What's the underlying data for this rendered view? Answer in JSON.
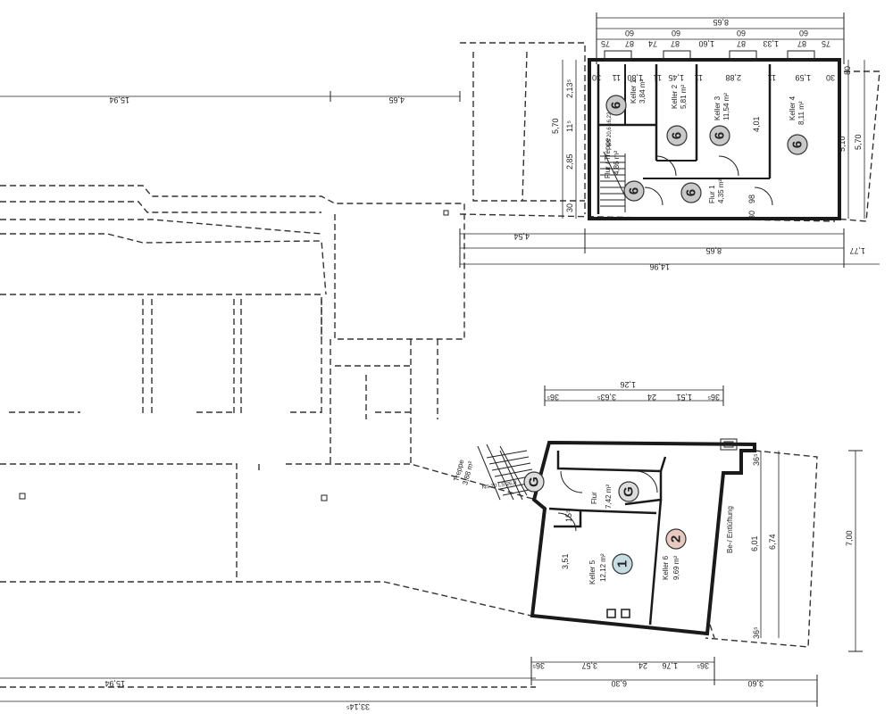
{
  "upper_block": {
    "rooms": [
      {
        "name": "Keller 1",
        "area": "3,84 m²",
        "badge": "6"
      },
      {
        "name": "Keller 2",
        "area": "5,81 m²",
        "badge": "6"
      },
      {
        "name": "Keller 3",
        "area": "11,54 m²",
        "badge": "6"
      },
      {
        "name": "Keller 4",
        "area": "8,11 m²",
        "badge": "6"
      },
      {
        "name": "Flur / Treppe",
        "area": "4,86 m²",
        "badge": "6"
      },
      {
        "name": "Flur 1",
        "area": "4,35 m²",
        "badge": "6"
      }
    ],
    "stair_note": "NS 20,6 16,22",
    "dims": {
      "top_row1": [
        "60",
        "60",
        "60",
        "60",
        "8,65"
      ],
      "top_row2": [
        "75",
        "87",
        "74",
        "87",
        "1,60",
        "87",
        "1,33",
        "87",
        "75"
      ],
      "inner_top": [
        "30",
        "11",
        "1,80",
        "11",
        "1,45",
        "11",
        "2,88",
        "11",
        "1,59",
        "30"
      ],
      "left_vert": [
        "5,70",
        "2,13⁵",
        "11⁵",
        "2,85",
        "30"
      ],
      "right_vert": [
        "5,10",
        "5,70",
        "80"
      ],
      "inner_vert": "4,01",
      "bottom_inner": [
        "98",
        "30"
      ],
      "bottom": [
        "4,54",
        "8,65",
        "14,96",
        "1,77"
      ]
    }
  },
  "left_dims": {
    "top_a": "15,94",
    "top_b": "4,65",
    "bottom": "15,94",
    "total": "33,14⁵"
  },
  "lower_block": {
    "rooms": [
      {
        "name": "Keller 5",
        "area": "12,12 m²",
        "badge": "1"
      },
      {
        "name": "Keller 6",
        "area": "9,69 m²",
        "badge": "2"
      },
      {
        "name": "Flur",
        "area": "7,42 m²",
        "badge": "G"
      },
      {
        "name": "Treppe",
        "area": "3,88 m²",
        "badge": "G"
      }
    ],
    "vent_label": "Be-/ Entlüftung",
    "stair_note": "NS 20 LS 26,8",
    "dims": {
      "top": [
        "36⁵",
        "3,63⁵",
        "24",
        "1,51",
        "36⁵",
        "1,26"
      ],
      "inner_vert": [
        "3,51",
        "15⁵"
      ],
      "right_vert": [
        "36⁵",
        "6,01",
        "6,74",
        "7,00",
        "36⁵"
      ],
      "bottom_row1": [
        "36⁵",
        "3,57",
        "24",
        "1,76",
        "36⁵"
      ],
      "bottom_row2": [
        "6,30",
        "3,60"
      ]
    }
  },
  "colors": {
    "badge_6": "#c9c9c9",
    "badge_1": "#c7dde4",
    "badge_2": "#e8c9bf",
    "badge_g": "#dcdcdc"
  }
}
